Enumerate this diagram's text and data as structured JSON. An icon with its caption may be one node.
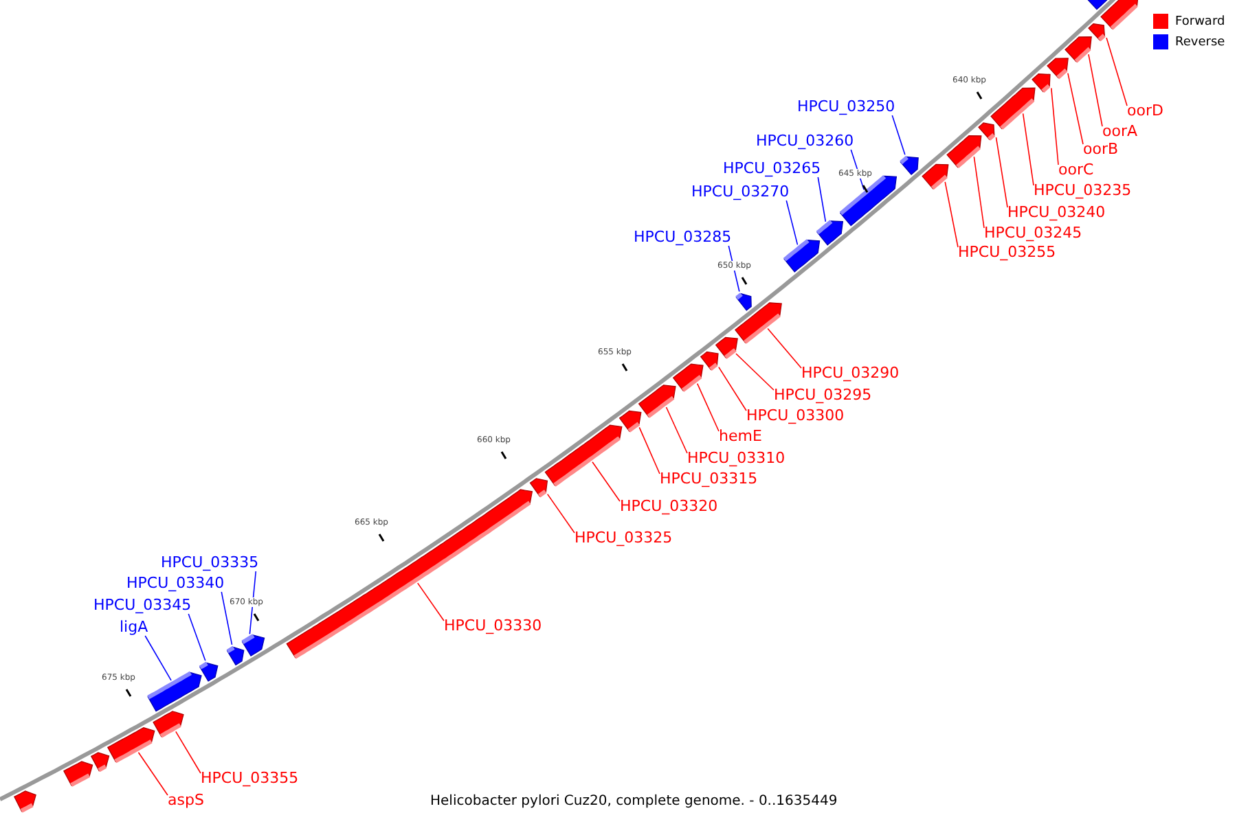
{
  "diagram": {
    "caption": "Helicobacter pylori Cuz20, complete genome. - 0..1635449",
    "nodes": [
      {
        "text": [
          "HPCU_03250"
        ]
      },
      {
        "text": [
          "oorD"
        ]
      },
      {
        "text": [
          "oorA"
        ]
      },
      {
        "text": [
          "HPCU_03260"
        ]
      },
      {
        "text": [
          "oorB"
        ]
      },
      {
        "text": [
          "HPCU_03265"
        ]
      },
      {
        "text": [
          "oorC"
        ]
      },
      {
        "text": [
          "HPCU_03235"
        ]
      },
      {
        "text": [
          "HPCU_03270"
        ]
      },
      {
        "text": [
          "HPCU_03240"
        ]
      },
      {
        "text": [
          "HPCU_03245"
        ]
      },
      {
        "text": [
          "HPCU_03285"
        ]
      },
      {
        "text": [
          "HPCU_03255"
        ]
      },
      {
        "text": [
          "HPCU_03290"
        ]
      },
      {
        "text": [
          "HPCU_03295"
        ]
      },
      {
        "text": [
          "HPCU_03300"
        ]
      },
      {
        "text": [
          "hemE"
        ]
      },
      {
        "text": [
          "HPCU_03310"
        ]
      },
      {
        "text": [
          "HPCU_03315"
        ]
      },
      {
        "text": [
          "HPCU_03320"
        ]
      },
      {
        "text": [
          "HPCU_03325"
        ]
      },
      {
        "text": [
          "HPCU_03335"
        ]
      },
      {
        "text": [
          "HPCU_03340"
        ]
      },
      {
        "text": [
          "HPCU_03345"
        ]
      },
      {
        "text": [
          "HPCU_03330"
        ]
      },
      {
        "text": [
          "ligA"
        ]
      },
      {
        "text": [
          "HPCU_03355"
        ]
      },
      {
        "text": [
          "aspS"
        ]
      },
      {
        "text": [],
        "shape": "arrow"
      },
      {
        "text": [],
        "shape": "arrow"
      },
      {
        "text": [],
        "shape": "arrow"
      },
      {
        "text": [],
        "shape": "arrow"
      },
      {
        "text": [],
        "shape": "arrow"
      },
      {
        "text": [],
        "shape": "arrow"
      },
      {
        "text": [],
        "shape": "arrow"
      },
      {
        "text": [],
        "shape": "arrow"
      },
      {
        "text": [],
        "shape": "arrow"
      },
      {
        "text": [],
        "shape": "arrow"
      },
      {
        "text": [],
        "shape": "arrow"
      },
      {
        "text": [],
        "shape": "arrow"
      },
      {
        "text": [],
        "shape": "arrow"
      },
      {
        "text": [],
        "shape": "arrow"
      },
      {
        "text": [],
        "shape": "arrow"
      },
      {
        "text": [],
        "shape": "arrow"
      },
      {
        "text": [],
        "shape": "arrow"
      },
      {
        "text": [],
        "shape": "arrow"
      },
      {
        "text": [],
        "shape": "arrow"
      },
      {
        "text": [],
        "shape": "arrow"
      },
      {
        "text": [],
        "shape": "arrow"
      },
      {
        "text": [],
        "shape": "arrow"
      },
      {
        "text": [],
        "shape": "arrow"
      },
      {
        "text": [],
        "shape": "arrow"
      },
      {
        "text": [],
        "shape": "arrow"
      },
      {
        "text": [],
        "shape": "arrow"
      },
      {
        "text": [],
        "shape": "arrow"
      },
      {
        "text": [],
        "shape": "arrow"
      },
      {
        "text": [],
        "shape": "arrow"
      },
      {
        "text": [],
        "shape": "arrow"
      },
      {
        "text": [],
        "shape": "arrow"
      },
      {
        "text": [],
        "shape": "arrow"
      },
      {
        "text": [],
        "shape": "arrow"
      }
    ],
    "edges": [
      {
        "from": 0,
        "to": 50,
        "arrow": "none",
        "color": "#0000ff"
      },
      {
        "from": 1,
        "to": 58,
        "arrow": "none"
      },
      {
        "from": 2,
        "to": 57,
        "arrow": "none"
      },
      {
        "from": 3,
        "to": 49,
        "arrow": "none",
        "color": "#0000ff"
      },
      {
        "from": 4,
        "to": 56,
        "arrow": "none"
      },
      {
        "from": 5,
        "to": 48,
        "arrow": "none",
        "color": "#0000ff"
      },
      {
        "from": 6,
        "to": 55,
        "arrow": "none"
      },
      {
        "from": 7,
        "to": 54,
        "arrow": "none"
      },
      {
        "from": 8,
        "to": 47,
        "arrow": "none",
        "color": "#0000ff"
      },
      {
        "from": 9,
        "to": 53,
        "arrow": "none"
      },
      {
        "from": 10,
        "to": 52,
        "arrow": "none"
      },
      {
        "from": 11,
        "to": 46,
        "arrow": "none",
        "color": "#0000ff"
      },
      {
        "from": 12,
        "to": 51,
        "arrow": "none"
      },
      {
        "from": 13,
        "to": 45,
        "arrow": "none"
      },
      {
        "from": 14,
        "to": 44,
        "arrow": "none"
      },
      {
        "from": 15,
        "to": 43,
        "arrow": "none"
      },
      {
        "from": 16,
        "to": 42,
        "arrow": "none"
      },
      {
        "from": 17,
        "to": 41,
        "arrow": "none"
      },
      {
        "from": 18,
        "to": 40,
        "arrow": "none"
      },
      {
        "from": 19,
        "to": 39,
        "arrow": "none"
      },
      {
        "from": 20,
        "to": 38,
        "arrow": "none"
      },
      {
        "from": 21,
        "to": 36,
        "arrow": "none",
        "color": "#0000ff"
      },
      {
        "from": 22,
        "to": 35,
        "arrow": "none",
        "color": "#0000ff"
      },
      {
        "from": 23,
        "to": 34,
        "arrow": "none",
        "color": "#0000ff"
      },
      {
        "from": 24,
        "to": 37,
        "arrow": "none"
      },
      {
        "from": 25,
        "to": 33,
        "arrow": "none",
        "color": "#0000ff"
      },
      {
        "from": 26,
        "to": 32,
        "arrow": "none"
      },
      {
        "from": 27,
        "to": 31,
        "arrow": "none"
      }
    ],
    "labels": [
      "640 kbp",
      "645 kbp",
      "650 kbp",
      "655 kbp",
      "660 kbp",
      "665 kbp",
      "670 kbp",
      "675 kbp"
    ],
    "legend": [
      {
        "text": "Forward",
        "color": "#ff0000"
      },
      {
        "text": "Reverse",
        "color": "#0000ff"
      }
    ]
  }
}
